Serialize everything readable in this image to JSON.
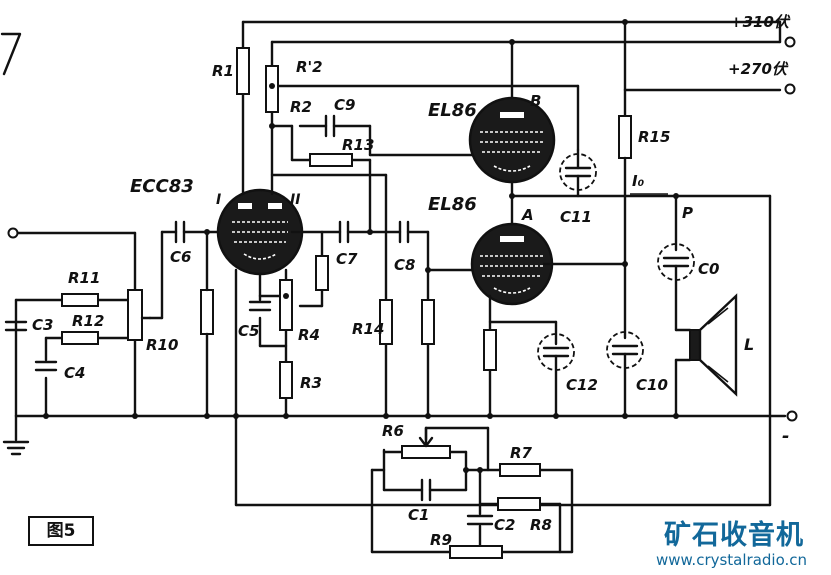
{
  "labels": {
    "supply_310": "+310伏",
    "supply_270": "+270伏",
    "tube_pre": "ECC83",
    "tube_pre_section_1": "I",
    "tube_pre_section_2": "II",
    "tube_out_b": "EL86",
    "tube_out_a": "EL86",
    "tube_out_b_letter": "B",
    "tube_out_a_letter": "A",
    "current_label": "I₀",
    "point_p": "P",
    "speaker": "L",
    "ground_minus": "-",
    "resistors": {
      "r1": "R1",
      "r2": "R2",
      "r2p": "R'2",
      "r3": "R3",
      "r4": "R4",
      "r6": "R6",
      "r7": "R7",
      "r8": "R8",
      "r9": "R9",
      "r10": "R10",
      "r11": "R11",
      "r12": "R12",
      "r13": "R13",
      "r14": "R14",
      "r15": "R15"
    },
    "capacitors": {
      "c0": "C0",
      "c1": "C1",
      "c2": "C2",
      "c3": "C3",
      "c4": "C4",
      "c5": "C5",
      "c6": "C6",
      "c7": "C7",
      "c8": "C8",
      "c9": "C9",
      "c10": "C10",
      "c11": "C11",
      "c12": "C12"
    }
  },
  "figure_label": "图5",
  "watermark": {
    "text": "矿石收音机",
    "url": "www.crystalradio.cn"
  }
}
